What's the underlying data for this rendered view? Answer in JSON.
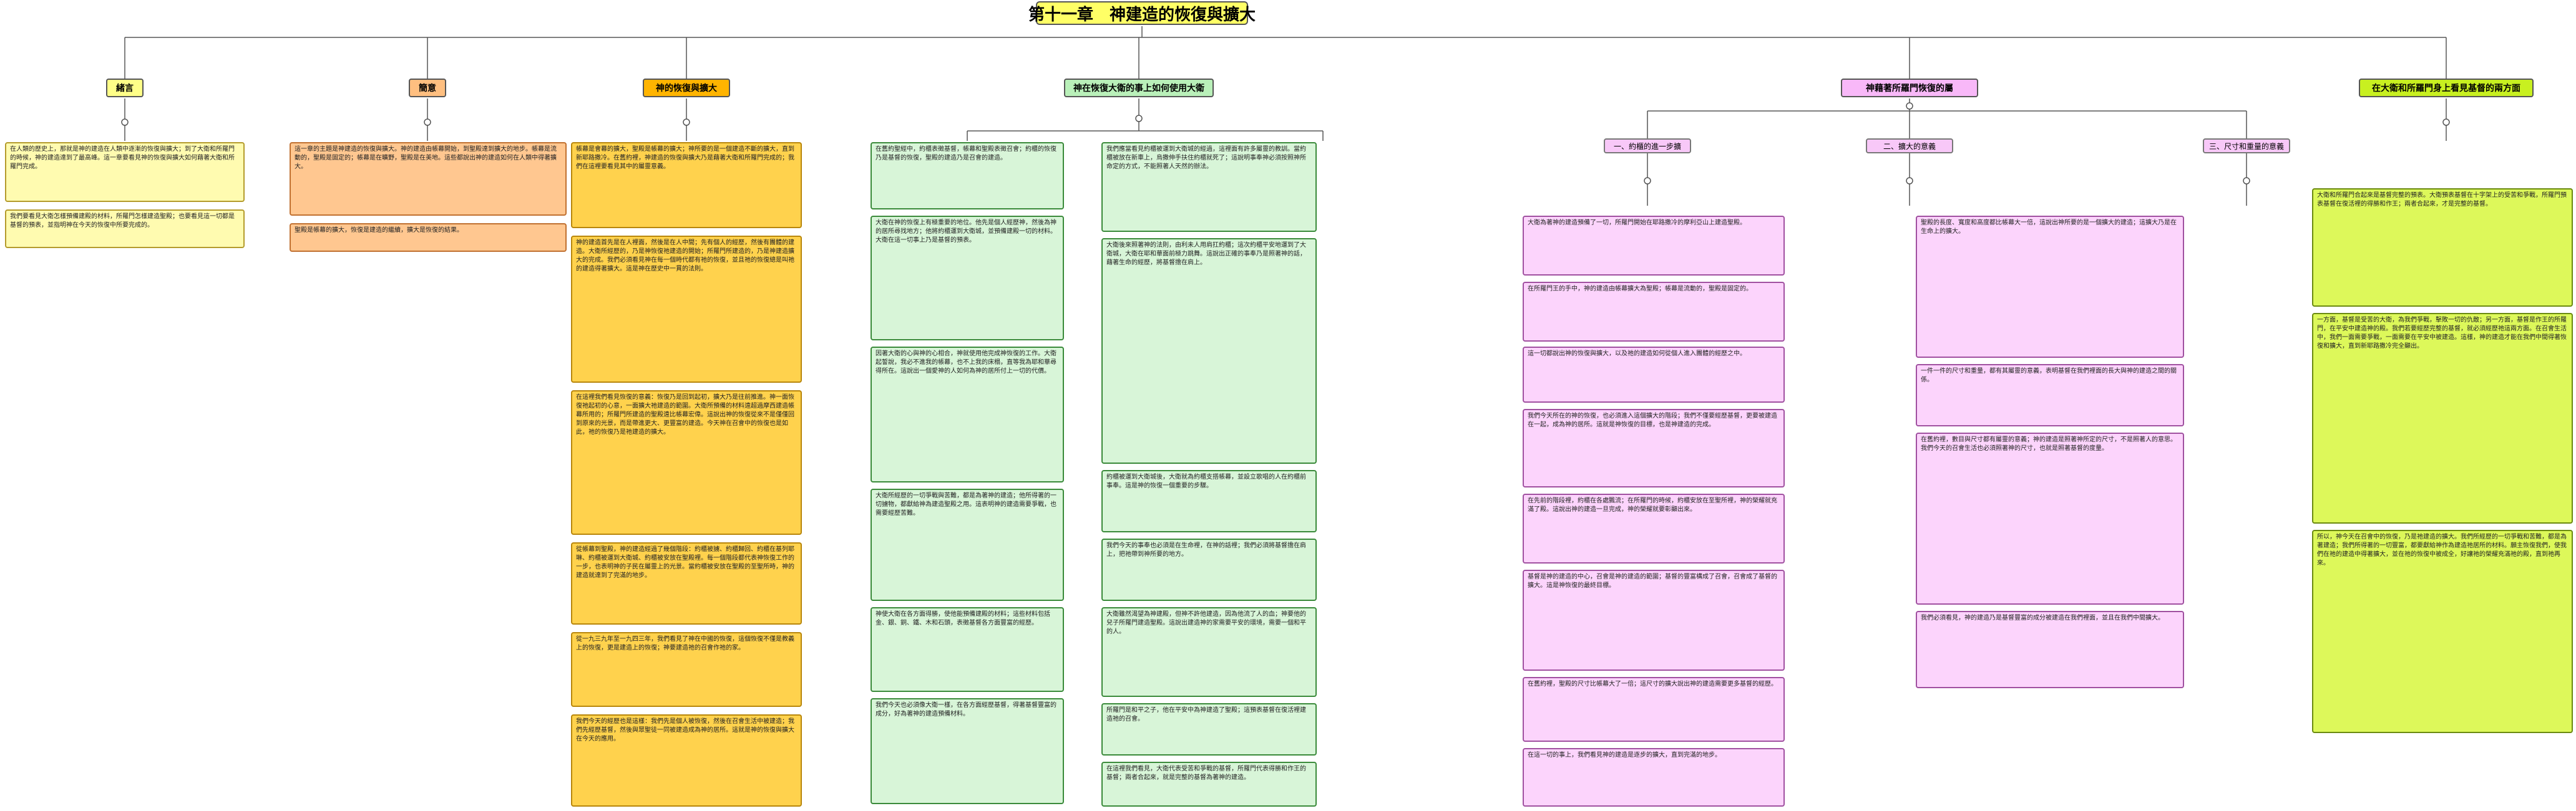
{
  "title": "第十一章　神建造的恢復與擴大",
  "headers": {
    "h1": "緒言",
    "h2": "簡意",
    "h3": "神的恢復與擴大",
    "h4": "神在恢復大衛的事上如何使用大衛",
    "h5": "神藉著所羅門恢復的屬",
    "h6": "在大衛和所羅門身上看見基督的兩方面"
  },
  "subs": {
    "s1": "一、約櫃的進一步擴",
    "s2": "二、擴大的意義",
    "s3": "三、尺寸和重量的意義"
  },
  "notes": {
    "c1n1": "在人類的歷史上，那就是神的建造在人類中逐漸的恢復與擴大；到了大衛和所羅門的時候，神的建造達到了最高峰。這一章要看見神的恢復與擴大如何藉著大衛和所羅門完成。",
    "c1n2": "我們要看見大衛怎樣預備建殿的材料，所羅門怎樣建造聖殿；也要看見這一切都是基督的預表，並指明神在今天的恢復中所要完成的。",
    "c2n1": "這一章的主題是神建造的恢復與擴大。神的建造由帳幕開始，到聖殿達到擴大的地步。帳幕是流動的，聖殿是固定的；帳幕是在曠野，聖殿是在美地。這些都說出神的建造如何在人類中得著擴大。",
    "c2n2": "聖殿是帳幕的擴大，恢復是建造的繼續，擴大是恢復的結果。",
    "c3n1": "帳幕是會幕的擴大，聖殿是帳幕的擴大；神所要的是一個建造不斷的擴大，直到新耶路撒冷。在舊約裡，神建造的恢復與擴大乃是藉著大衛和所羅門完成的；我們在這裡要看見其中的屬靈意義。",
    "c3n2": "神的建造首先是在人裡面，然後是在人中間；先有個人的經歷，然後有團體的建造。大衛所經歷的，乃是神恢復祂建造的開始；所羅門所建造的，乃是神建造擴大的完成。我們必須看見神在每一個時代都有祂的恢復，並且祂的恢復總是叫祂的建造得著擴大。這是神在歷史中一貫的法則。",
    "c3n3": "在這裡我們看見恢復的意義：恢復乃是回到起初，擴大乃是往前推進。神一面恢復祂起初的心意，一面擴大祂建造的範圍。大衛所預備的材料遠超過摩西建造帳幕所用的；所羅門所建造的聖殿遠比帳幕宏偉。這說出神的恢復從來不是僅僅回到原來的光景，而是帶進更大、更豐富的建造。今天神在召會中的恢復也是如此，祂的恢復乃是祂建造的擴大。",
    "c3n4": "從帳幕到聖殿，神的建造經過了幾個階段：約櫃被擄、約櫃歸回、約櫃在基列耶琳、約櫃被運到大衛城、約櫃被安放在聖殿裡。每一個階段都代表神恢復工作的一步，也表明神的子民在屬靈上的光景。當約櫃被安放在聖殿的至聖所時，神的建造就達到了完滿的地步。",
    "c3n5": "從一九三九年至一九四三年，我們看見了神在中國的恢復，這個恢復不僅是教義上的恢復，更是建造上的恢復；神要建造祂的召會作祂的家。",
    "c3n6": "我們今天的經歷也是這樣：我們先是個人被恢復，然後在召會生活中被建造；我們先經歷基督，然後與眾聖徒一同被建造成為神的居所。這就是神的恢復與擴大在今天的應用。",
    "c4n1": "在舊約聖經中，約櫃表徵基督，帳幕和聖殿表徵召會；約櫃的恢復乃是基督的恢復，聖殿的建造乃是召會的建造。",
    "c4n2": "大衛在神的恢復上有極重要的地位。他先是個人經歷神，然後為神的居所尋找地方；他將約櫃運到大衛城，並預備建殿一切的材料。大衛在這一切事上乃是基督的預表。",
    "c4n3": "因著大衛的心與神的心相合，神就使用他完成神恢復的工作。大衛起誓說，我必不進我的帳幕，也不上我的床榻，直等我為耶和華尋得所在。這說出一個愛神的人如何為神的居所付上一切的代價。",
    "c4n4": "大衛所經歷的一切爭戰與苦難，都是為著神的建造；他所得著的一切擄物，都獻給神為建造聖殿之用。這表明神的建造需要爭戰，也需要經歷苦難。",
    "c4n5": "神使大衛在各方面得勝，使他能預備建殿的材料；這些材料包括金、銀、銅、鐵、木和石頭，表徵基督各方面豐富的經歷。",
    "c4n6": "我們今天也必須像大衛一樣，在各方面經歷基督，得著基督豐富的成分，好為著神的建造預備材料。",
    "c5n1": "我們應當看見約櫃被運到大衛城的經過，這裡面有許多屬靈的教訓。當約櫃被放在新車上，烏撒伸手扶住約櫃就死了；這說明事奉神必須按照神所命定的方式，不能照著人天然的辦法。",
    "c5n2": "大衛後來照著神的法則，由利未人用肩扛約櫃；這次約櫃平安地運到了大衛城，大衛在耶和華面前極力跳舞。這說出正確的事奉乃是照著神的話，藉著生命的經歷，將基督擔在肩上。",
    "c5n3": "約櫃被運到大衛城後，大衛就為約櫃支搭帳幕，並設立歌唱的人在約櫃前事奉。這是神的恢復一個重要的步驟。",
    "c5n4": "我們今天的事奉也必須是在生命裡，在神的話裡；我們必須將基督擔在肩上，把祂帶到神所要的地方。",
    "c5n5": "大衛雖然渴望為神建殿，但神不許他建造，因為他流了人的血；神要他的兒子所羅門建造聖殿。這說出建造神的家需要平安的環境，需要一個和平的人。",
    "c5n6": "所羅門是和平之子，他在平安中為神建造了聖殿；這預表基督在復活裡建造祂的召會。",
    "c5n7": "在這裡我們看見，大衛代表受苦和爭戰的基督，所羅門代表得勝和作王的基督；兩者合起來，就是完整的基督為著神的建造。",
    "c6n1": "大衛為著神的建造預備了一切，所羅門開始在耶路撒冷的摩利亞山上建造聖殿。",
    "c6n2": "在所羅門王的手中，神的建造由帳幕擴大為聖殿；帳幕是流動的，聖殿是固定的。",
    "c6n3": "這一切都說出神的恢復與擴大，以及祂的建造如何從個人進入團體的經歷之中。",
    "c6n4": "我們今天所在的神的恢復，也必須進入這個擴大的階段；我們不僅要經歷基督，更要被建造在一起，成為神的居所。這就是神恢復的目標，也是神建造的完成。",
    "c6n5": "在先前的階段裡，約櫃在各處飄流；在所羅門的時候，約櫃安放在至聖所裡，神的榮耀就充滿了殿。這說出神的建造一旦完成，神的榮耀就要彰顯出來。",
    "c6n6": "基督是神的建造的中心，召會是神的建造的範圍；基督的豐富構成了召會，召會成了基督的擴大。這是神恢復的最終目標。",
    "c6n7": "在舊約裡，聖殿的尺寸比帳幕大了一倍；這尺寸的擴大說出神的建造需要更多基督的經歷。",
    "c6n8": "在這一切的事上，我們看見神的建造是逐步的擴大，直到完滿的地步。",
    "c7n1": "聖殿的長度、寬度和高度都比帳幕大一倍，這說出神所要的是一個擴大的建造；這擴大乃是在生命上的擴大。",
    "c7n2": "一件一件的尺寸和重量，都有其屬靈的意義，表明基督在我們裡面的長大與神的建造之間的關係。",
    "c7n3": "在舊約裡，數目與尺寸都有屬靈的意義；神的建造是照著神所定的尺寸，不是照著人的意思。我們今天的召會生活也必須照著神的尺寸，也就是照著基督的度量。",
    "c7n4": "我們必須看見，神的建造乃是基督豐富的成分被建造在我們裡面，並且在我們中間擴大。",
    "c8n1": "大衛和所羅門合起來是基督完整的預表。大衛預表基督在十字架上的受苦和爭戰，所羅門預表基督在復活裡的得勝和作王；兩者合起來，才是完整的基督。",
    "c8n2": "一方面，基督是受苦的大衛，為我們爭戰，擊敗一切的仇敵；另一方面，基督是作王的所羅門，在平安中建造神的殿。我們若要經歷完整的基督，就必須經歷祂這兩方面。在召會生活中，我們一面需要爭戰，一面需要在平安中被建造。這樣，神的建造才能在我們中間得著恢復和擴大，直到新耶路撒冷完全顯出。",
    "c8n3": "所以，神今天在召會中的恢復，乃是祂建造的擴大。我們所經歷的一切爭戰和苦難，都是為著建造；我們所得著的一切豐富，都要獻給神作為建造祂居所的材料。願主恢復我們，使我們在祂的建造中得著擴大，並在祂的恢復中被成全，好讓祂的榮耀充滿祂的殿，直到祂再來。"
  }
}
